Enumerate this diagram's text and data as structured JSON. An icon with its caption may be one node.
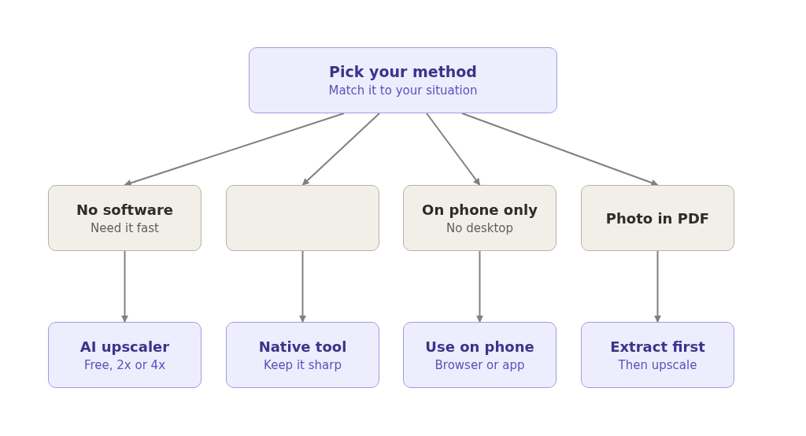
{
  "diagram": {
    "nodes": [
      {
        "text": [
          "Pick your method",
          "Match it to your situation"
        ]
      },
      {
        "text": [
          "No software",
          "Need it fast"
        ]
      },
      {
        "text": [],
        "shape": "box"
      },
      {
        "text": [
          "On phone only",
          "No desktop"
        ]
      },
      {
        "text": [
          "Photo in PDF"
        ]
      },
      {
        "text": [
          "AI upscaler",
          "Free, 2x or 4x"
        ]
      },
      {
        "text": [
          "Native tool",
          "Keep it sharp"
        ]
      },
      {
        "text": [
          "Use on phone",
          "Browser or app"
        ]
      },
      {
        "text": [
          "Extract first",
          "Then upscale"
        ]
      }
    ],
    "edges": [
      {
        "from": 0,
        "to": 1,
        "arrow": "to"
      },
      {
        "from": 0,
        "to": 2,
        "arrow": "to"
      },
      {
        "from": 0,
        "to": 3,
        "arrow": "to"
      },
      {
        "from": 0,
        "to": 4,
        "arrow": "to"
      },
      {
        "from": 1,
        "to": 5,
        "arrow": "to"
      },
      {
        "from": 2,
        "to": 6,
        "arrow": "to"
      },
      {
        "from": 3,
        "to": 7,
        "arrow": "to"
      },
      {
        "from": 4,
        "to": 8,
        "arrow": "to"
      }
    ]
  }
}
